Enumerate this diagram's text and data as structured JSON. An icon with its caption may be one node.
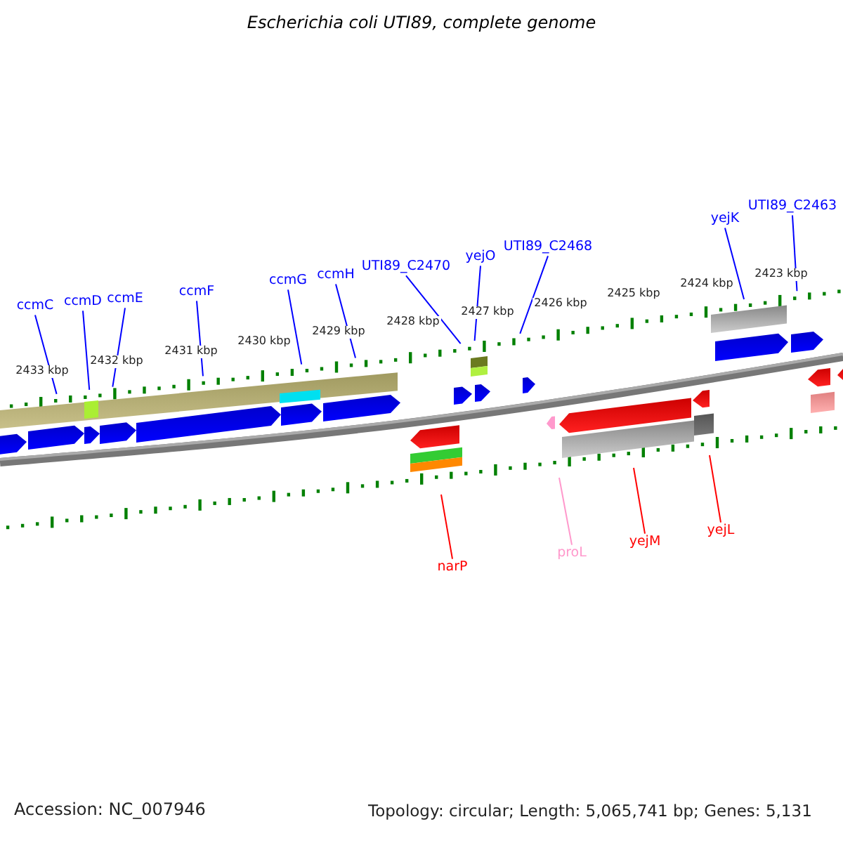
{
  "diagram": {
    "title": "Escherichia coli UTI89, complete genome",
    "nodes": [
      {
        "text": [
          "ccmC"
        ]
      },
      {
        "text": [
          "ccmD"
        ]
      },
      {
        "text": [
          "ccmE"
        ]
      },
      {
        "text": [
          "ccmF"
        ]
      },
      {
        "text": [
          "ccmG"
        ]
      },
      {
        "text": [
          "ccmH"
        ]
      },
      {
        "text": [
          "UTI89_C2470"
        ]
      },
      {
        "text": [
          "yejO"
        ]
      },
      {
        "text": [
          "UTI89_C2468"
        ]
      },
      {
        "text": [
          "yejK"
        ]
      },
      {
        "text": [
          "UTI89_C2463"
        ]
      },
      {
        "text": [
          "narP"
        ]
      },
      {
        "text": [
          "proL"
        ]
      },
      {
        "text": [
          "yejM"
        ]
      },
      {
        "text": [
          "yejL"
        ]
      }
    ],
    "edges": [
      {
        "from": 0,
        "to": null,
        "arrow": "none"
      },
      {
        "from": 1,
        "to": null,
        "arrow": "none"
      },
      {
        "from": 2,
        "to": null,
        "arrow": "none"
      },
      {
        "from": 3,
        "to": null,
        "arrow": "none"
      },
      {
        "from": 4,
        "to": null,
        "arrow": "none"
      },
      {
        "from": 5,
        "to": null,
        "arrow": "none"
      },
      {
        "from": 6,
        "to": null,
        "arrow": "none"
      },
      {
        "from": 7,
        "to": null,
        "arrow": "none"
      },
      {
        "from": 8,
        "to": null,
        "arrow": "none"
      },
      {
        "from": 9,
        "to": null,
        "arrow": "none"
      },
      {
        "from": 10,
        "to": null,
        "arrow": "none"
      },
      {
        "from": 11,
        "to": null,
        "arrow": "none",
        "color": "#ff0000"
      },
      {
        "from": 12,
        "to": null,
        "arrow": "none",
        "color": "#ff99cc"
      },
      {
        "from": 13,
        "to": null,
        "arrow": "none",
        "color": "#ff0000"
      },
      {
        "from": 14,
        "to": null,
        "arrow": "none",
        "color": "#ff0000"
      }
    ],
    "labels": [
      "2433 kbp",
      "2432 kbp",
      "2431 kbp",
      "2430 kbp",
      "2429 kbp",
      "2428 kbp",
      "2427 kbp",
      "2426 kbp",
      "2425 kbp",
      "2424 kbp",
      "2423 kbp",
      "Accession: NC_007946",
      "Topology: circular; Length: 5,065,741 bp; Genes: 5,131"
    ]
  }
}
